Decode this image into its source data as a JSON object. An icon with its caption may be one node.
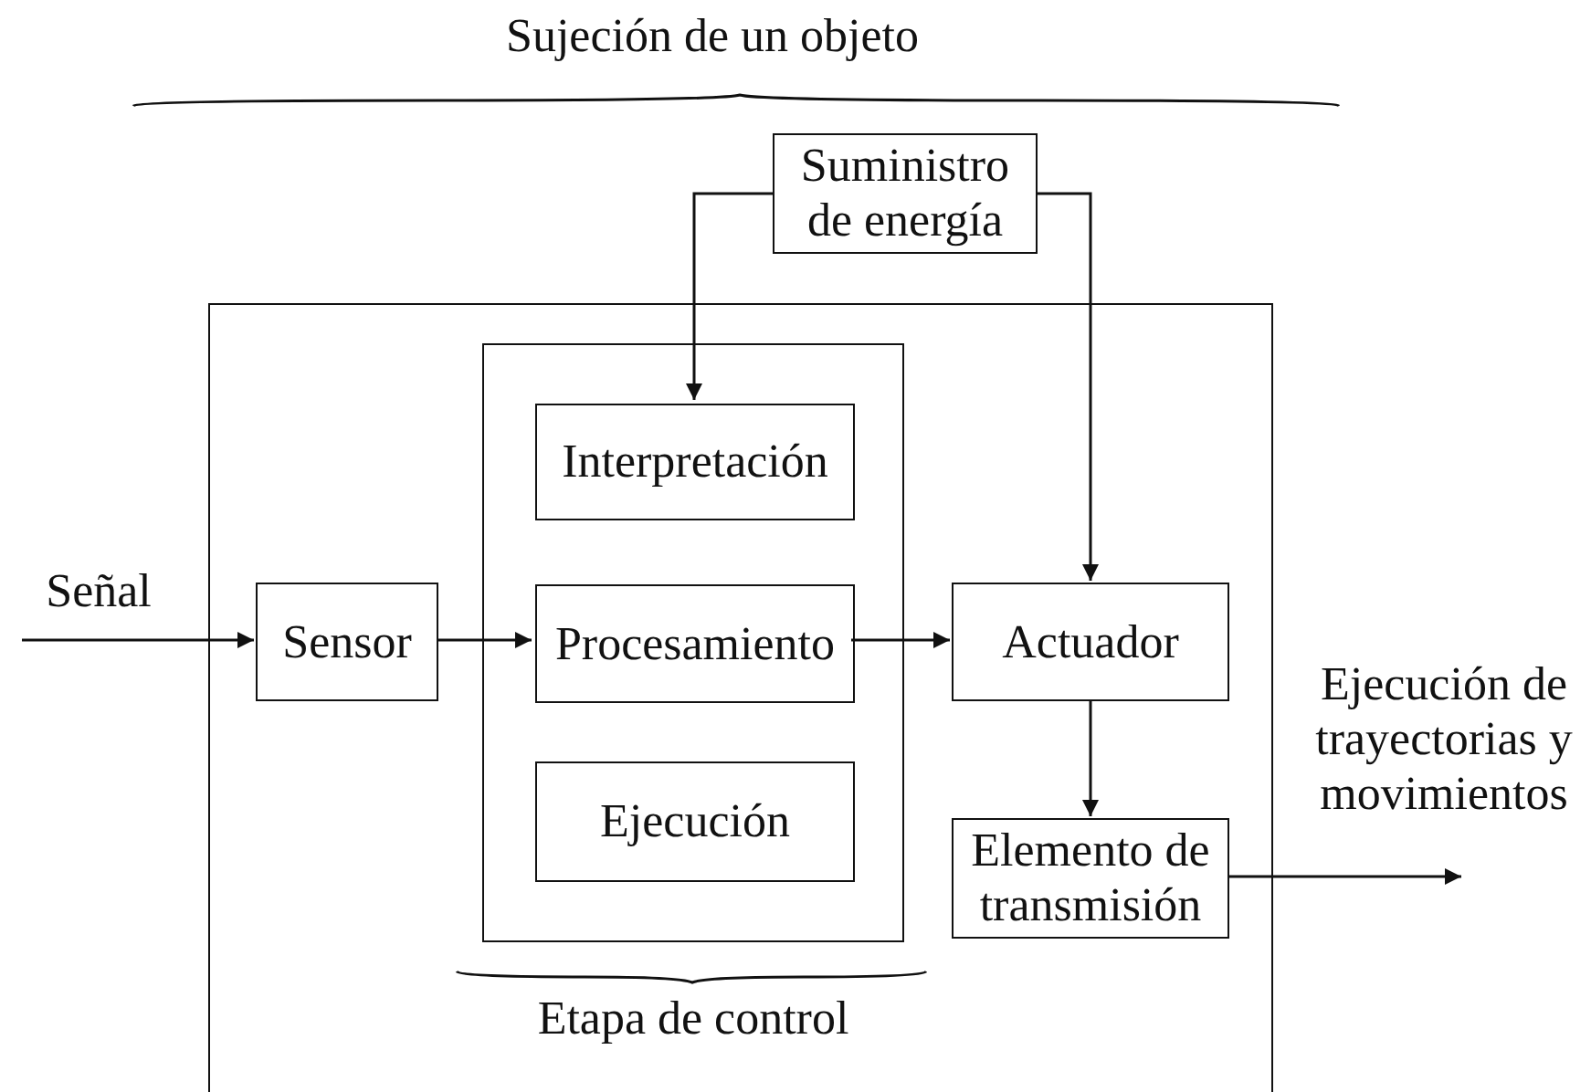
{
  "diagram": {
    "title": "Sujeción de un objeto",
    "nodes": [
      {
        "text": [
          "Suministro de energía"
        ]
      },
      {
        "text": [],
        "shape": "box"
      },
      {
        "text": [
          "Etapa de control"
        ],
        "in": 1
      },
      {
        "text": [
          "Interpretación"
        ],
        "in": 2
      },
      {
        "text": [
          "Procesamiento"
        ],
        "in": 2
      },
      {
        "text": [
          "Ejecución"
        ],
        "in": 2
      },
      {
        "text": [
          "Sensor"
        ],
        "in": 1
      },
      {
        "text": [
          "Actuador"
        ],
        "in": 1
      },
      {
        "text": [
          "Elemento de transmisión"
        ],
        "in": 1
      }
    ],
    "edges": [
      {
        "from": null,
        "to": 6,
        "arrow": "to",
        "label": "Señal"
      },
      {
        "from": 6,
        "to": 4,
        "arrow": "to"
      },
      {
        "from": 4,
        "to": 7,
        "arrow": "to"
      },
      {
        "from": 0,
        "to": 3,
        "arrow": "to"
      },
      {
        "from": 0,
        "to": 7,
        "arrow": "to"
      },
      {
        "from": 7,
        "to": 8,
        "arrow": "to"
      },
      {
        "from": 8,
        "to": null,
        "arrow": "to",
        "label": "Ejecución de trayectorias y movimientos"
      }
    ]
  }
}
